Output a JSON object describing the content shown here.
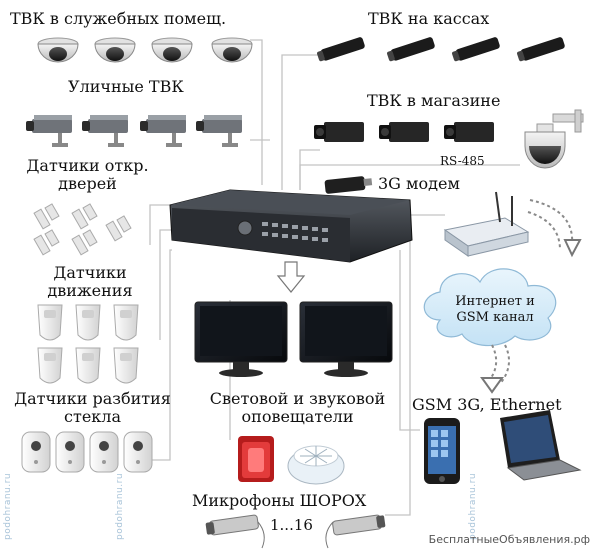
{
  "labels": {
    "indoor_cameras": "ТВК в служебных помещ.",
    "cashier_cameras": "ТВК на кассах",
    "street_cameras": "Уличные ТВК",
    "store_cameras": "ТВК в магазине",
    "rs485": "RS-485",
    "door_sensors_l1": "Датчики откр.",
    "door_sensors_l2": "дверей",
    "modem": "3G модем",
    "motion_sensors_l1": "Датчики",
    "motion_sensors_l2": "движения",
    "internet_l1": "Интернет и",
    "internet_l2": "GSM канал",
    "glass_sensors_l1": "Датчики разбития",
    "glass_sensors_l2": "стекла",
    "alarms_l1": "Световой и звуковой",
    "alarms_l2": "оповещатели",
    "gsm": "GSM 3G, Ethernet",
    "microphones": "Микрофоны ШОРОХ",
    "mic_range": "1...16"
  },
  "watermark": "podohranu.ru",
  "footer": "БесплатныеОбъявления.рф",
  "colors": {
    "line": "#c0c0c0",
    "dvr_body": "#2b2f35",
    "cloud": "#d8ecf8",
    "siren": "#d62020"
  }
}
